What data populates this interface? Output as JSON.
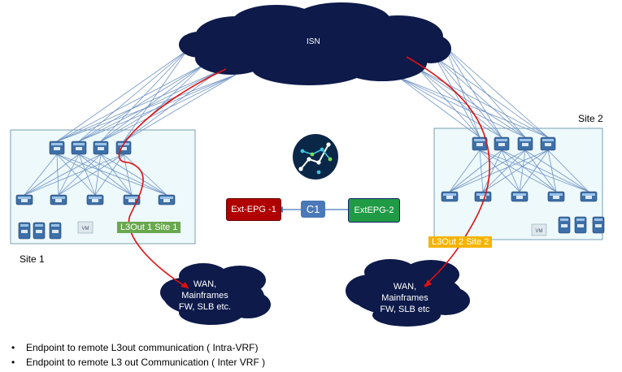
{
  "isn_label": "ISN",
  "site1_label": "Site 1",
  "site2_label": "Site 2",
  "l3out1_label": "L3Out 1 Site 1",
  "l3out2_label": "L3Out 2 Site 2",
  "vm_label": "VM",
  "epg_left": "Ext-EPG -1",
  "contract": "C1",
  "epg_right": "ExtEPG-2",
  "wan_left": [
    "WAN,",
    "Mainframes",
    "FW, SLB etc."
  ],
  "wan_right": [
    "WAN,",
    "Mainframes",
    "FW, SLB etc"
  ],
  "bullets": [
    "Endpoint to remote L3out communication ( Intra-VRF)",
    "Endpoint to remote L3 out Communication ( Inter VRF )"
  ],
  "colors": {
    "cloud": "#0d1a4a",
    "site_fill": "#eef9fc",
    "site_border": "#7a9fb0",
    "link": "#6f93c4",
    "path": "#e01010",
    "epg_red": "#b00000",
    "epg_green": "#1f9a45",
    "contract": "#4a78b8",
    "l3out_green": "#6aa84f",
    "l3out_orange": "#f5b400"
  }
}
